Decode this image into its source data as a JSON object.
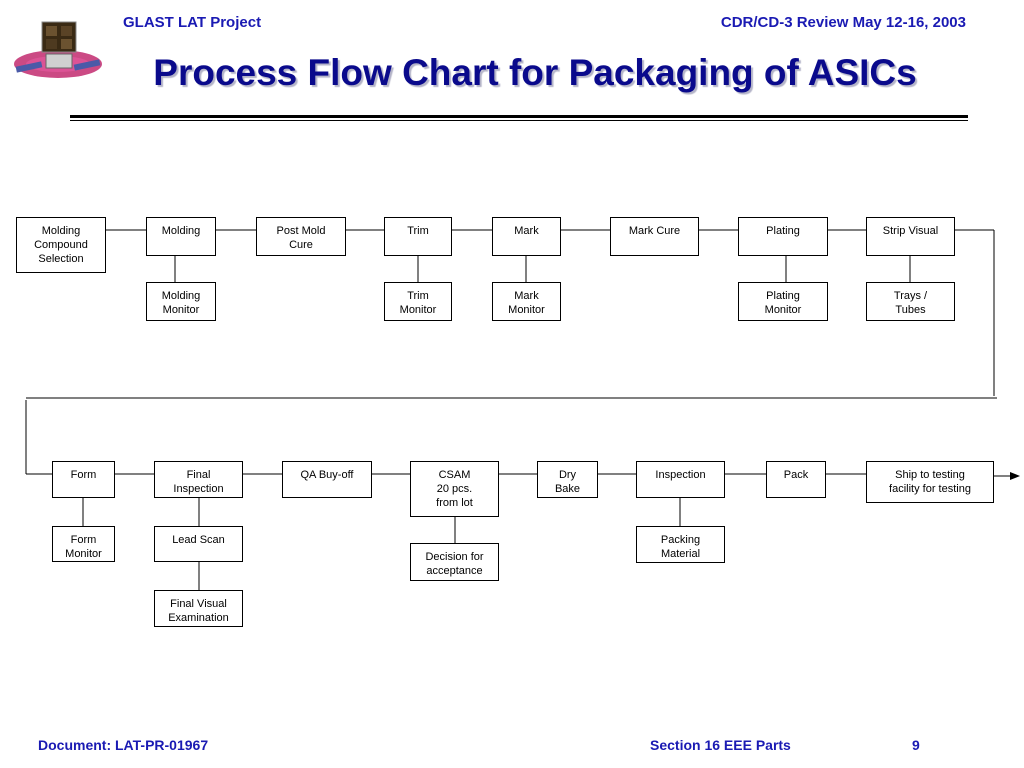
{
  "header": {
    "project": "GLAST LAT Project",
    "review": "CDR/CD-3 Review May 12-16, 2003"
  },
  "title": "Process Flow Chart for Packaging of ASICs",
  "logo": {
    "icon": "glast-satellite-logo-icon"
  },
  "flow": {
    "row1": {
      "steps": [
        {
          "id": "molding-compound-selection",
          "label": "Molding\nCompound\nSelection"
        },
        {
          "id": "molding",
          "label": "Molding"
        },
        {
          "id": "post-mold-cure",
          "label": "Post Mold\nCure"
        },
        {
          "id": "trim",
          "label": "Trim"
        },
        {
          "id": "mark",
          "label": "Mark"
        },
        {
          "id": "mark-cure",
          "label": "Mark Cure"
        },
        {
          "id": "plating",
          "label": "Plating"
        },
        {
          "id": "strip-visual",
          "label": "Strip Visual"
        }
      ],
      "sub": [
        {
          "id": "molding-monitor",
          "label": "Molding\nMonitor"
        },
        {
          "id": "trim-monitor",
          "label": "Trim\nMonitor"
        },
        {
          "id": "mark-monitor",
          "label": "Mark\nMonitor"
        },
        {
          "id": "plating-monitor",
          "label": "Plating\nMonitor"
        },
        {
          "id": "trays-tubes",
          "label": "Trays /\nTubes"
        }
      ]
    },
    "row2": {
      "steps": [
        {
          "id": "form",
          "label": "Form"
        },
        {
          "id": "final-inspection",
          "label": "Final\nInspection"
        },
        {
          "id": "qa-buy-off",
          "label": "QA Buy-off"
        },
        {
          "id": "csam",
          "label": "CSAM\n20 pcs.\nfrom lot"
        },
        {
          "id": "dry-bake",
          "label": "Dry\nBake"
        },
        {
          "id": "inspection",
          "label": "Inspection"
        },
        {
          "id": "pack",
          "label": "Pack"
        },
        {
          "id": "ship-to-testing",
          "label": "Ship to testing\nfacility  for  testing"
        }
      ],
      "sub": [
        {
          "id": "form-monitor",
          "label": "Form\nMonitor"
        },
        {
          "id": "lead-scan",
          "label": "Lead Scan"
        },
        {
          "id": "final-visual-examination",
          "label": "Final Visual\nExamination"
        },
        {
          "id": "decision-for-acceptance",
          "label": "Decision for\nacceptance"
        },
        {
          "id": "packing-material",
          "label": "Packing\nMaterial"
        }
      ]
    }
  },
  "footer": {
    "document": "Document:  LAT-PR-01967",
    "section": "Section 16  EEE Parts",
    "page": "9"
  },
  "colors": {
    "header_text": "#1a1ab3",
    "title": "#0a0a8c"
  }
}
